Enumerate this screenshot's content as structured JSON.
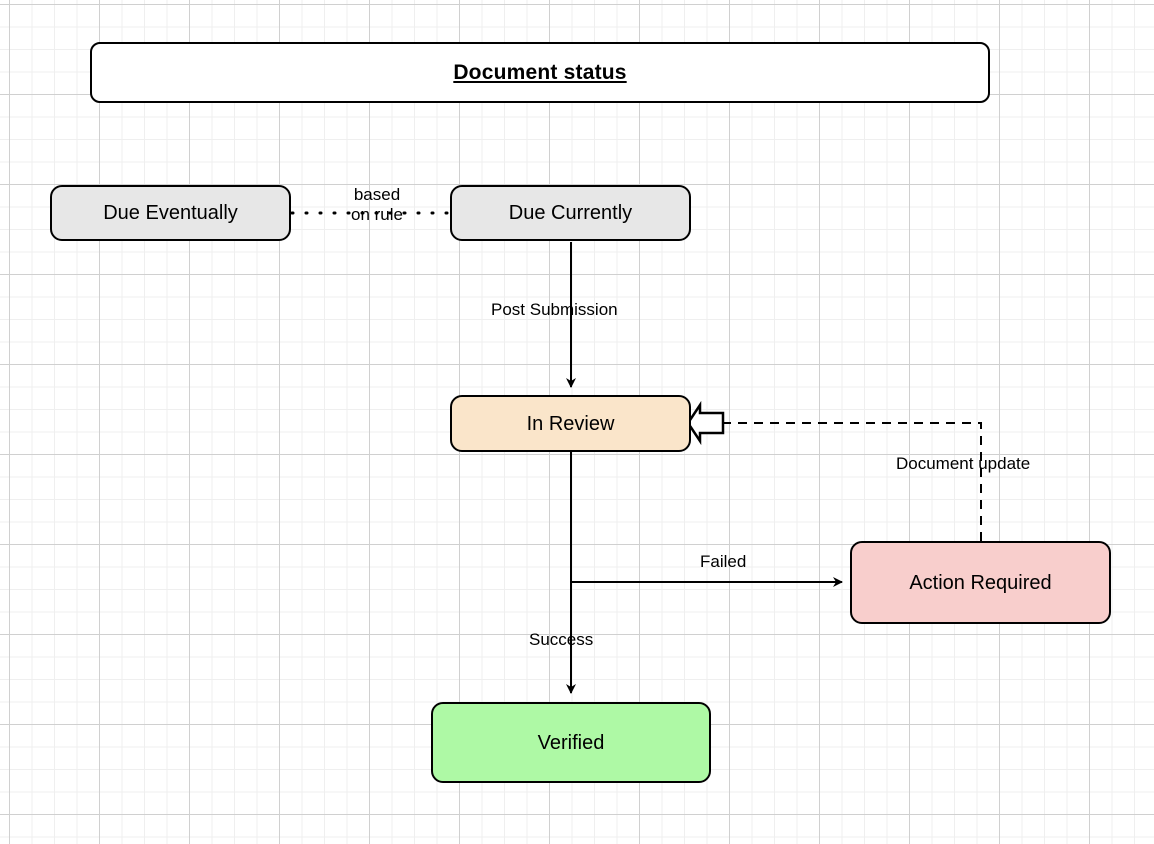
{
  "diagram": {
    "title": "Document status",
    "nodes": [
      {
        "id": "due-eventually",
        "label": "Due Eventually",
        "fill": "#e7e7e7"
      },
      {
        "id": "due-currently",
        "label": "Due Currently",
        "fill": "#e7e7e7"
      },
      {
        "id": "in-review",
        "label": "In Review",
        "fill": "#fae5ca"
      },
      {
        "id": "action-required",
        "label": "Action Required",
        "fill": "#f8cecc"
      },
      {
        "id": "verified",
        "label": "Verified",
        "fill": "#aef9a5"
      }
    ],
    "edges": [
      {
        "id": "rule",
        "from": "due-eventually",
        "to": "due-currently",
        "label": "based on rule",
        "style": "dotted",
        "arrow": "none"
      },
      {
        "id": "post-submission",
        "from": "due-currently",
        "to": "in-review",
        "label": "Post Submission",
        "style": "solid",
        "arrow": "filled"
      },
      {
        "id": "failed",
        "from": "in-review",
        "to": "action-required",
        "label": "Failed",
        "style": "solid",
        "arrow": "filled"
      },
      {
        "id": "success",
        "from": "in-review",
        "to": "verified",
        "label": "Success",
        "style": "solid",
        "arrow": "filled"
      },
      {
        "id": "document-update",
        "from": "action-required",
        "to": "in-review",
        "label": "Document update",
        "style": "dashed",
        "arrow": "open-block"
      }
    ],
    "labels": {
      "based_on_rule_line1": "based",
      "based_on_rule_line2": "on rule",
      "post_submission": "Post Submission",
      "document_update": "Document update",
      "failed": "Failed",
      "success": "Success"
    },
    "colors": {
      "stroke": "#000000",
      "grid_minor": "#efefef",
      "grid_major": "#d0d0d0",
      "background": "#ffffff"
    }
  }
}
